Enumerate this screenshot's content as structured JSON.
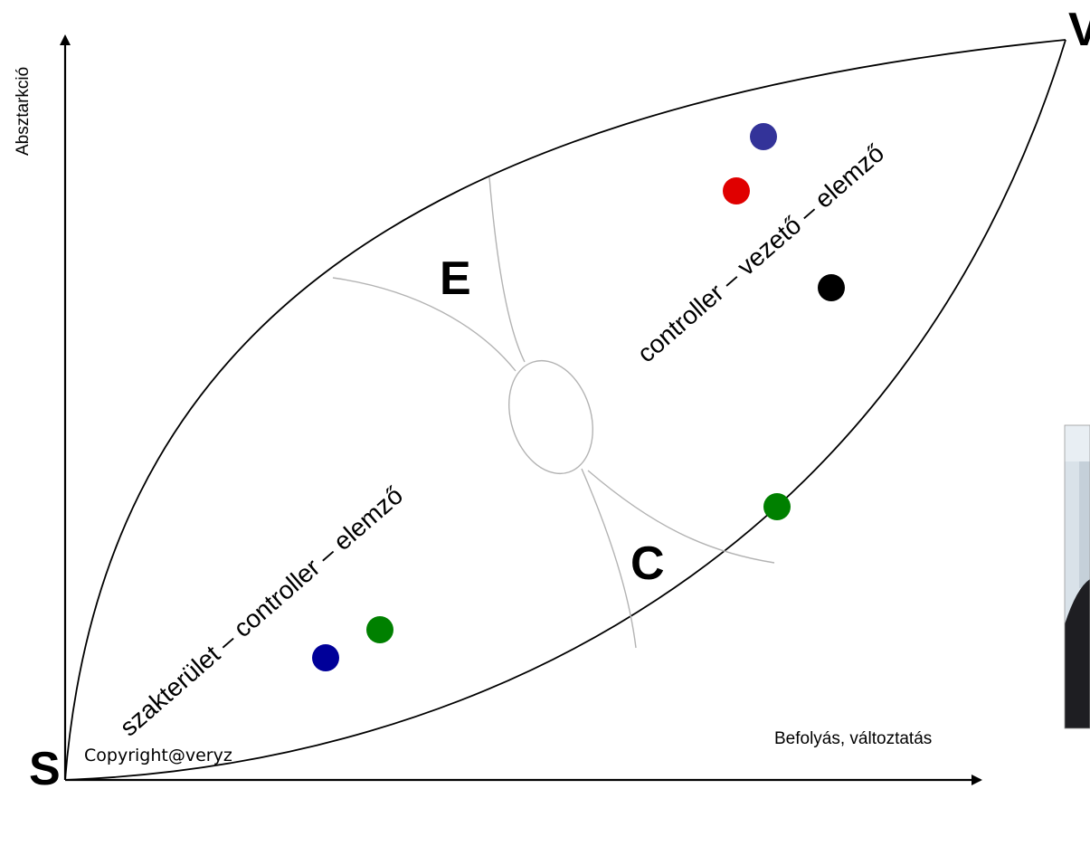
{
  "axes": {
    "y_label": "Absztarkció",
    "x_label": "Befolyás, változtatás"
  },
  "corners": {
    "start": "S",
    "end": "V"
  },
  "regions": {
    "e_label": "E",
    "c_label": "C"
  },
  "paths": {
    "lower": "szakterület – controller –  elemző",
    "upper": "controller – vezető – elemző"
  },
  "footer": {
    "copyright": "Copyright@veryz"
  },
  "points": [
    {
      "name": "blue-dot-upper",
      "color": "#333399"
    },
    {
      "name": "red-dot",
      "color": "#e00000"
    },
    {
      "name": "black-dot",
      "color": "#000000"
    },
    {
      "name": "green-dot-right",
      "color": "#008000"
    },
    {
      "name": "green-dot-lower",
      "color": "#008000"
    },
    {
      "name": "navy-dot-lower",
      "color": "#000099"
    }
  ]
}
